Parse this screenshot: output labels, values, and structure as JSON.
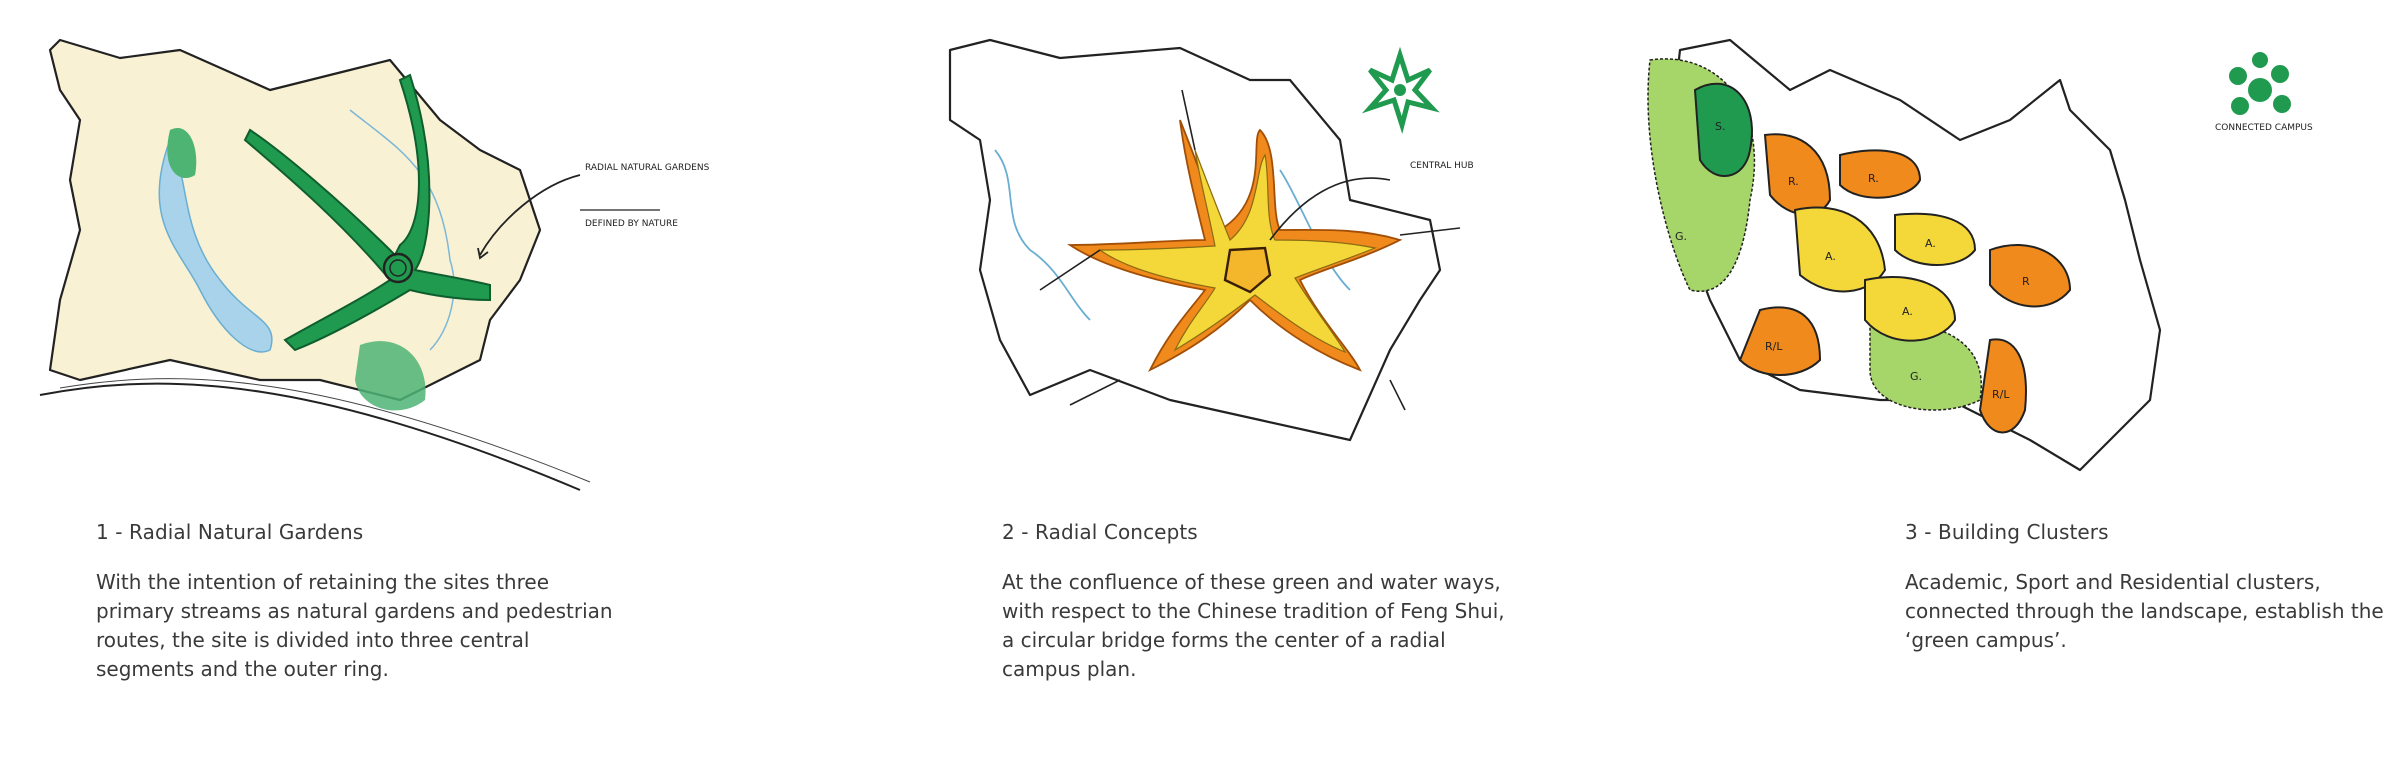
{
  "panels": [
    {
      "title": "1 - Radial Natural Gardens",
      "body": "With the intention of retaining the sites three primary streams as natural gardens and pedestrian routes, the site is divided into three central segments and the outer ring.",
      "annotation_line1": "RADIAL NATURAL GARDENS",
      "annotation_line2": "DEFINED BY NATURE"
    },
    {
      "title": "2 - Radial Concepts",
      "body": "At the confluence of these green and water ways, with respect to the Chinese tradition of Feng Shui, a circular bridge forms the center of a radial campus plan.",
      "annotation": "CENTRAL HUB"
    },
    {
      "title": "3 - Building Clusters",
      "body": "Academic, Sport and Residential clusters, connected through the landscape, establish the ‘green campus’.",
      "annotation": "CONNECTED CAMPUS",
      "zones": [
        "S.",
        "R.",
        "R.",
        "A.",
        "A.",
        "A.",
        "R",
        "G.",
        "R/L",
        "G.",
        "R/L"
      ]
    }
  ],
  "colors": {
    "dark_green": "#1f9a4e",
    "light_green": "#a6d56a",
    "yellow": "#f4d83a",
    "orange": "#f08a1c",
    "water_blue": "#a9d3ea",
    "sand": "#f7ecc6"
  }
}
